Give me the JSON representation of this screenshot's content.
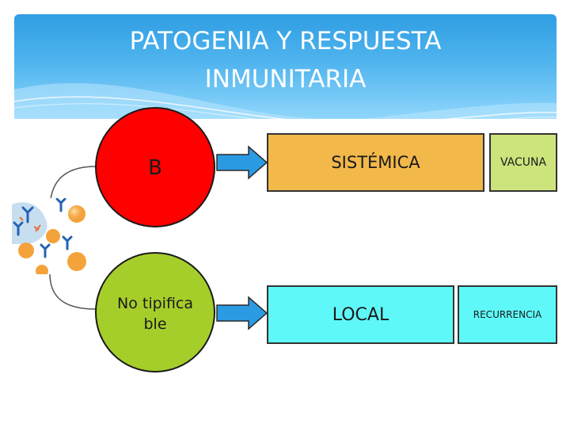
{
  "slide": {
    "title": "PATOGENIA Y RESPUESTA\nINMUNITARIA"
  },
  "nodes": {
    "b": {
      "label": "B"
    },
    "no_tipificable": {
      "label": "No tipificable"
    }
  },
  "outcomes": {
    "sistemica": {
      "label": "SISTÉMICA"
    },
    "vacuna": {
      "label": "VACUNA"
    },
    "local": {
      "label": "LOCAL"
    },
    "recurrencia": {
      "label": "RECURRENCIA"
    }
  },
  "icons": {
    "illustration": "bacteria-antibody-illustration-icon"
  },
  "colors": {
    "header_top": "#2f9ee3",
    "circle_b": "#ff0000",
    "circle_nt": "#a6ce2b",
    "arrow": "#2a9be3",
    "sistemica": "#f2b84a",
    "vacuna": "#cde47c",
    "local": "#5ff8f8",
    "recurrencia": "#5ff8f8"
  }
}
